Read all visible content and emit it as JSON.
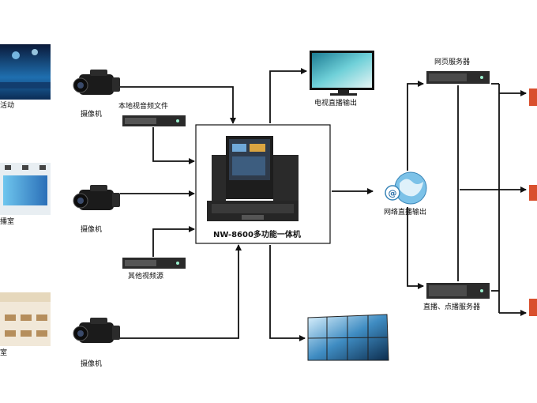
{
  "labels": {
    "source_top": "活动",
    "source_mid": "播室",
    "source_bot": "室",
    "camera_1": "摄像机",
    "camera_2": "摄像机",
    "camera_3": "摄像机",
    "local_files": "本地视音频文件",
    "other_source": "其他视频源",
    "main_device": "NW-8600多功能一体机",
    "tv_output": "电视直播输出",
    "net_output": "网络直播输出",
    "web_server": "网页服务器",
    "vod_server": "直播、点播服务器"
  },
  "icons": {
    "camera": "video-camera-icon",
    "server": "rack-server-icon",
    "tv": "flat-tv-icon",
    "globe": "network-globe-icon",
    "video_wall": "video-wall-icon",
    "console": "kvm-console-icon",
    "client": "client-device-icon"
  },
  "colors": {
    "line": "#111111",
    "client": "#d9502e",
    "screen": "#4aa9c9"
  }
}
